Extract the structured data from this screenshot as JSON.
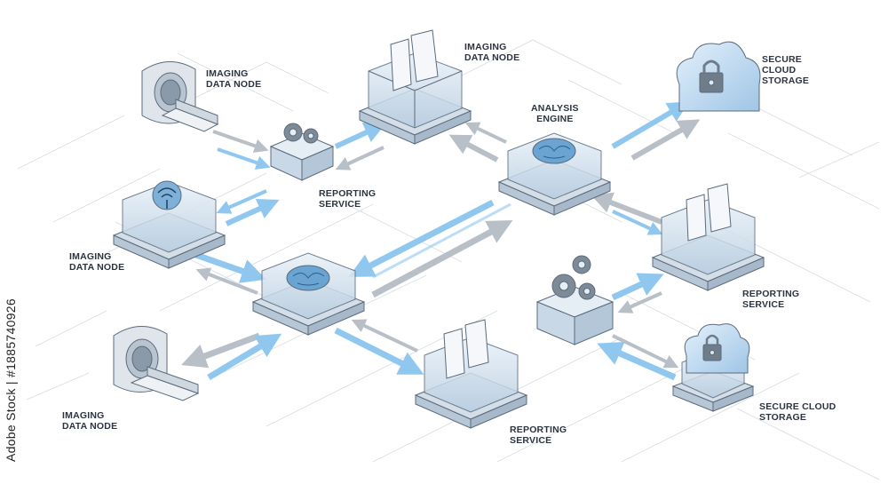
{
  "labels": {
    "imaging_tl": [
      "IMAGING",
      "DATA NODE"
    ],
    "imaging_top": [
      "IMAGING",
      "DATA NODE"
    ],
    "secure_cloud_tr": [
      "SECURE",
      "CLOUD",
      "STORAGE"
    ],
    "analysis": [
      "ANALYSIS",
      "ENGINE"
    ],
    "reporting_center_top": [
      "REPORTING",
      "SERVICE"
    ],
    "imaging_ml": [
      "IMAGING",
      "DATA NODE"
    ],
    "reporting_mr": [
      "REPORTING",
      "SERVICE"
    ],
    "imaging_bl": [
      "IMAGING",
      "DATA NODE"
    ],
    "reporting_bottom": [
      "REPORTING",
      "SERVICE"
    ],
    "secure_cloud_br": [
      "SECURE CLOUD",
      "STORAGE"
    ]
  },
  "watermark": "Adobe Stock | #1885740926",
  "colors": {
    "arrow_blue": "#8fc7ef",
    "arrow_gray": "#b9bfc7",
    "box_top": "#dfe9f3",
    "box_side": "#c3d3e2",
    "line": "#5b6b7c"
  }
}
